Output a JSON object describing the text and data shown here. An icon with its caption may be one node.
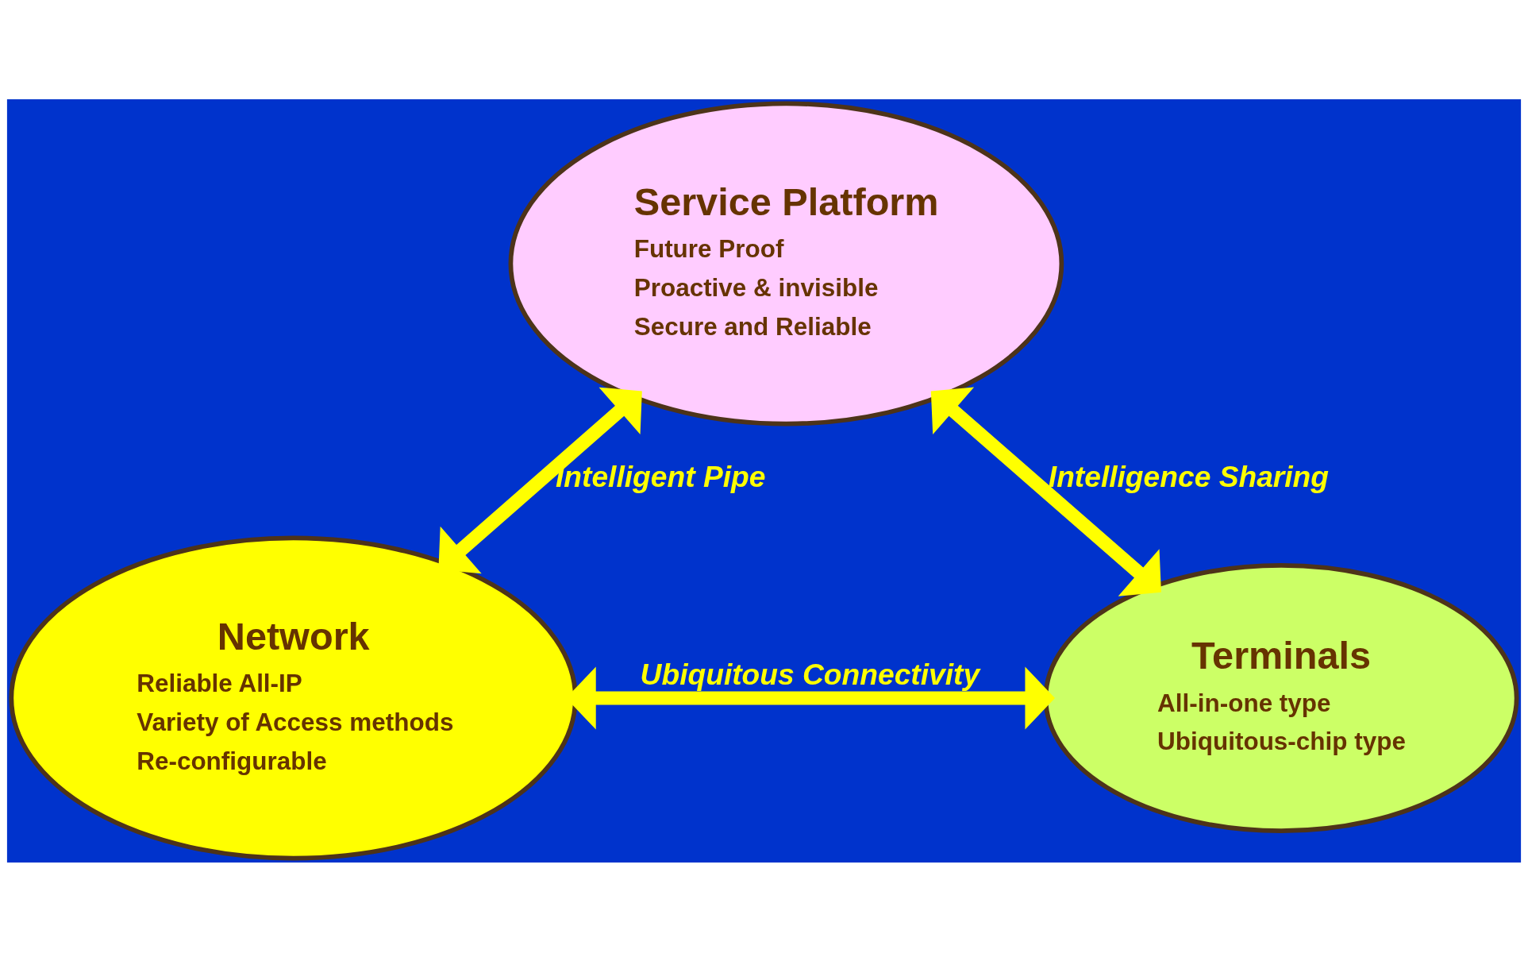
{
  "diagram": {
    "nodes": [
      {
        "text": [
          "Service Platform",
          "Future Proof",
          "Proactive & invisible",
          "Secure and Reliable"
        ]
      },
      {
        "text": [
          "Network",
          "Reliable All-IP",
          "Variety of Access methods",
          "Re-configurable"
        ]
      },
      {
        "text": [
          "Terminals",
          "All-in-one type",
          "Ubiquitous-chip type"
        ]
      }
    ],
    "edges": [
      {
        "from": 1,
        "to": 0,
        "arrow": "both",
        "label": "Intelligent Pipe"
      },
      {
        "from": 0,
        "to": 2,
        "arrow": "both",
        "label": "Intelligence Sharing"
      },
      {
        "from": 1,
        "to": 2,
        "arrow": "both",
        "label": "Ubiquitous Connectivity"
      }
    ]
  }
}
